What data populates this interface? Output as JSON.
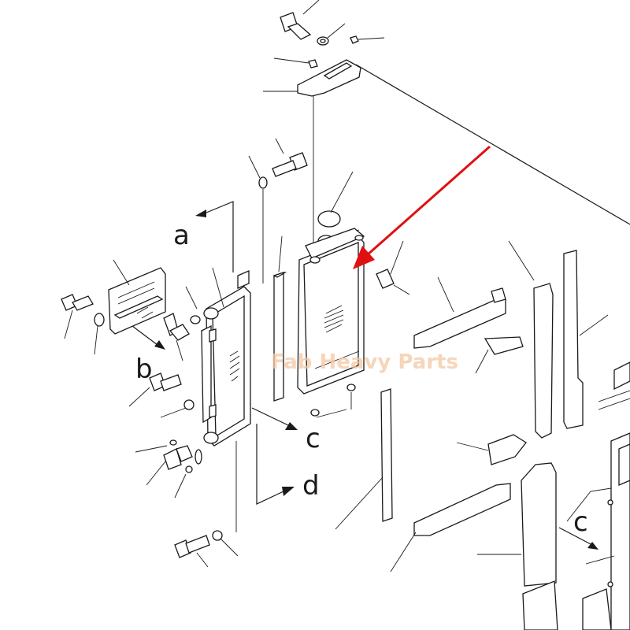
{
  "labels": {
    "a": "a",
    "b": "b",
    "c": "c",
    "d": "d",
    "c2": "c"
  },
  "watermark": "Fab Heavy Parts",
  "colors": {
    "line": "#1a1a1a",
    "arrow": "#e01010",
    "watermark": "#f4c7a3",
    "background": "#ffffff"
  }
}
